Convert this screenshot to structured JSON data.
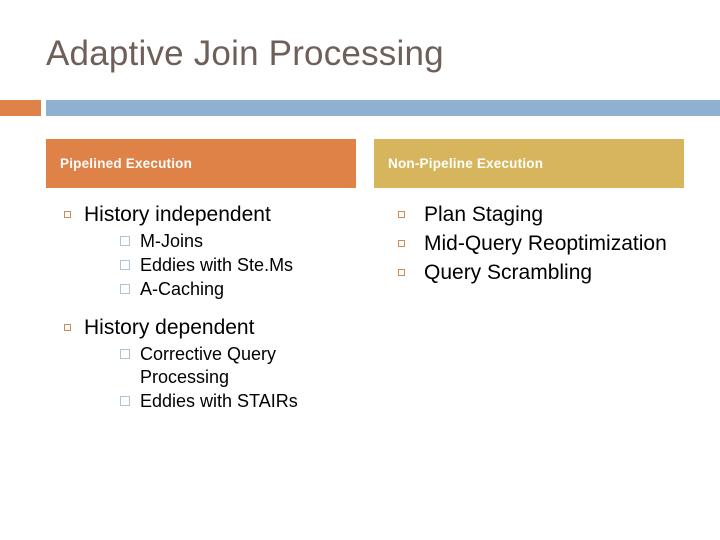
{
  "slide": {
    "title": "Adaptive Join Processing",
    "accent_orange": "#df8248",
    "accent_blue": "#8fb1d1",
    "accent_gold": "#d7b55c",
    "title_color": "#6e6059"
  },
  "columns": {
    "left": {
      "header": "Pipelined Execution",
      "groups": [
        {
          "label": "History independent",
          "items": [
            "M-Joins",
            "Eddies with Ste.Ms",
            "A-Caching"
          ]
        },
        {
          "label": "History dependent",
          "items": [
            "Corrective Query Processing",
            "Eddies with STAIRs"
          ]
        }
      ]
    },
    "right": {
      "header": "Non-Pipeline Execution",
      "items": [
        "Plan Staging",
        "Mid-Query Reoptimization",
        "Query Scrambling"
      ]
    }
  }
}
